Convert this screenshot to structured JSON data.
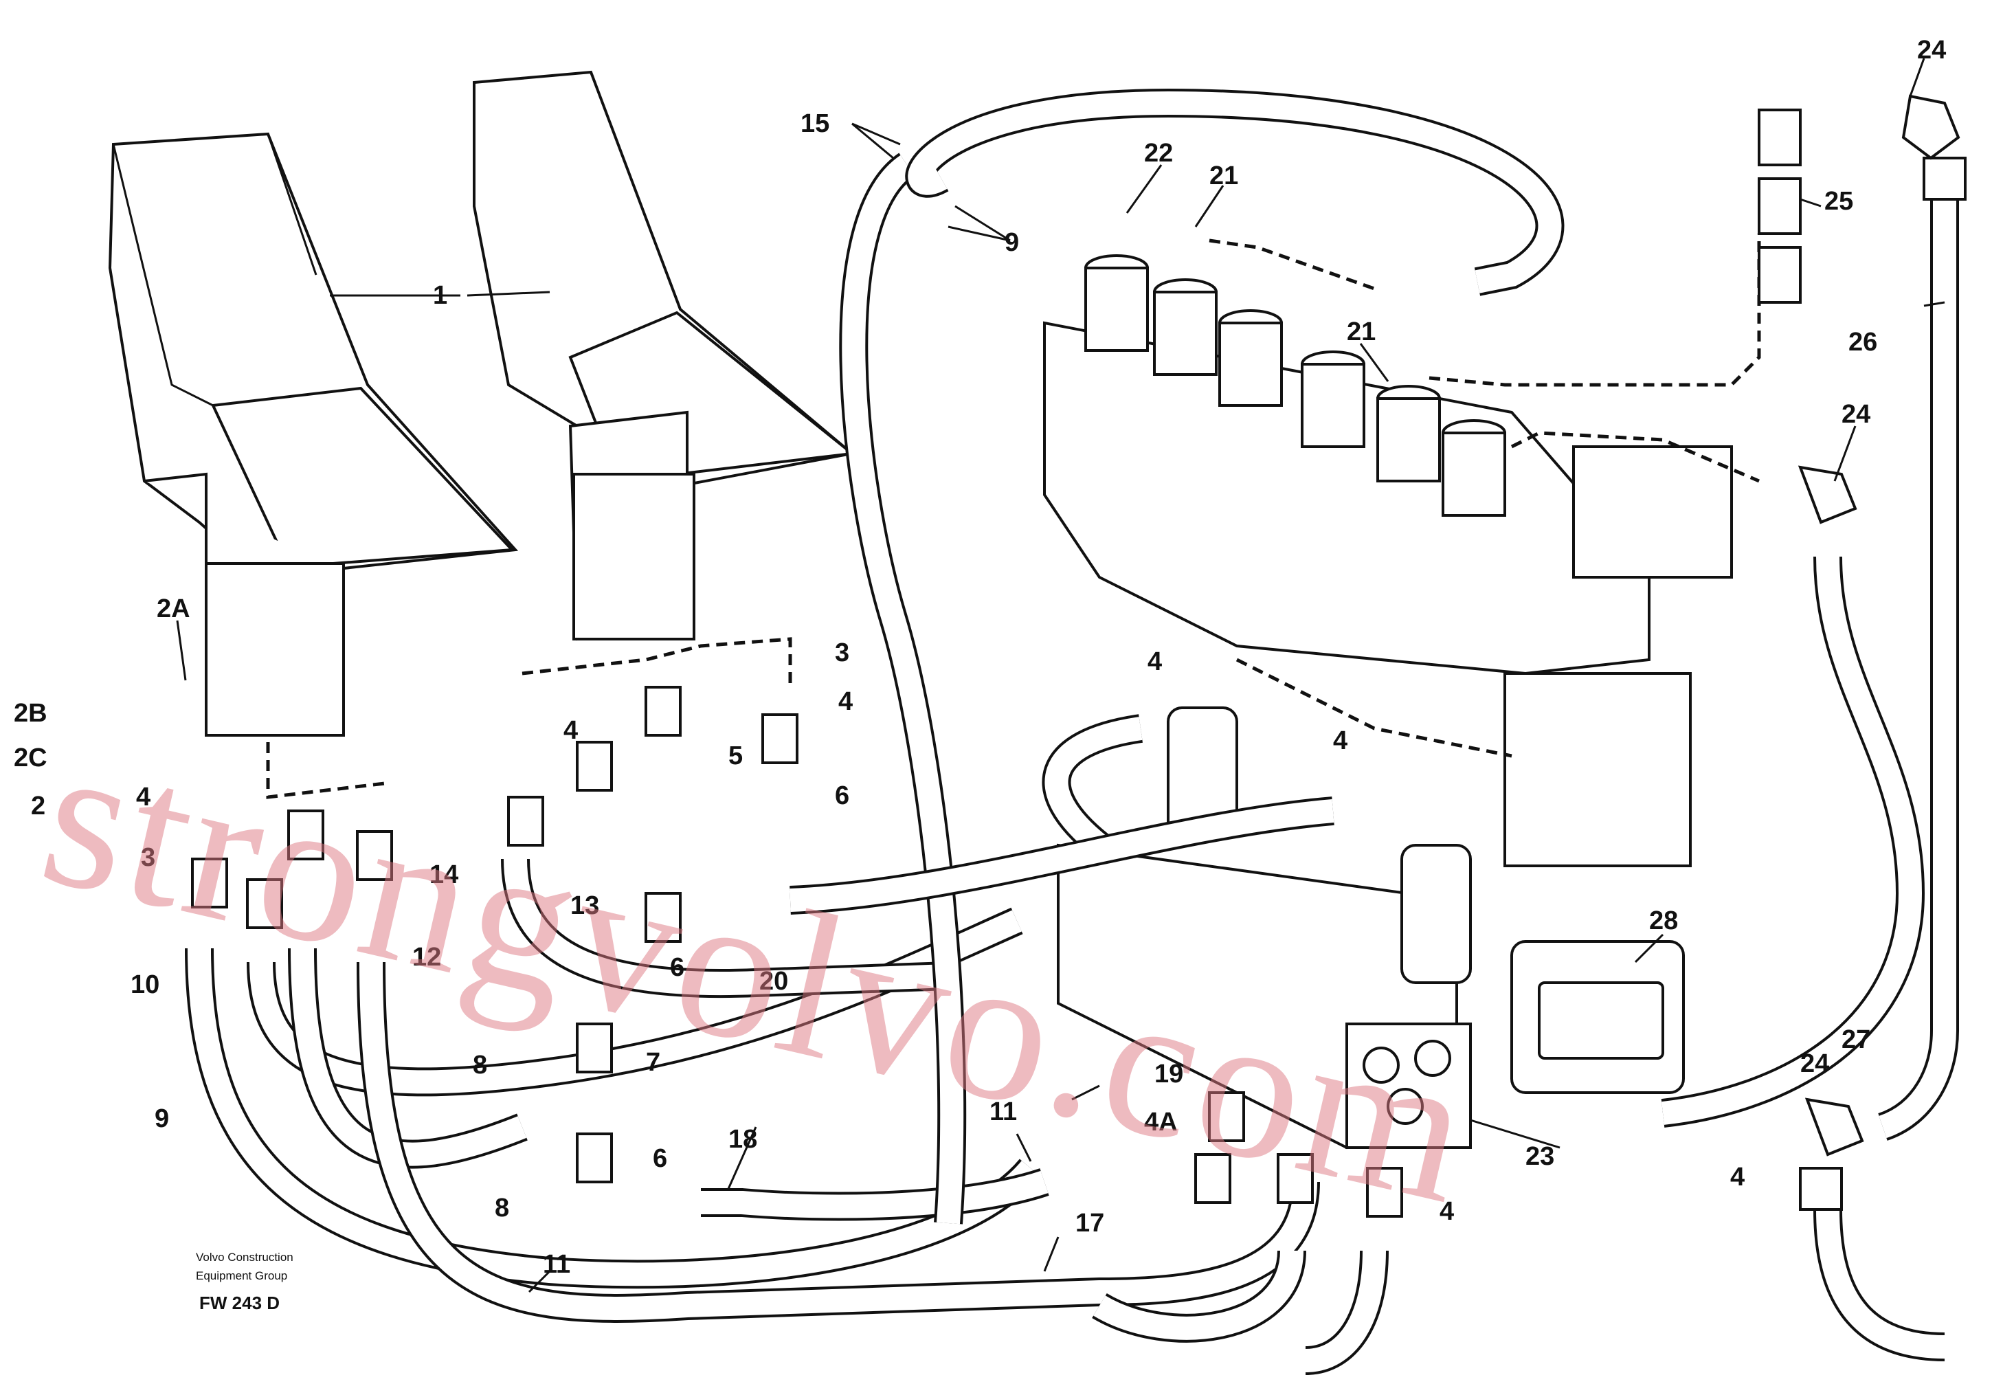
{
  "callouts": [
    {
      "id": "c-1",
      "label": "1"
    },
    {
      "id": "c-2A",
      "label": "2A"
    },
    {
      "id": "c-2B",
      "label": "2B"
    },
    {
      "id": "c-2C",
      "label": "2C"
    },
    {
      "id": "c-2",
      "label": "2"
    },
    {
      "id": "c-3a",
      "label": "3"
    },
    {
      "id": "c-3b",
      "label": "3"
    },
    {
      "id": "c-4a",
      "label": "4"
    },
    {
      "id": "c-4b",
      "label": "4"
    },
    {
      "id": "c-4c",
      "label": "4"
    },
    {
      "id": "c-4d",
      "label": "4"
    },
    {
      "id": "c-4e",
      "label": "4"
    },
    {
      "id": "c-4f",
      "label": "4"
    },
    {
      "id": "c-4g",
      "label": "4"
    },
    {
      "id": "c-4A",
      "label": "4A"
    },
    {
      "id": "c-5",
      "label": "5"
    },
    {
      "id": "c-6a",
      "label": "6"
    },
    {
      "id": "c-6b",
      "label": "6"
    },
    {
      "id": "c-6c",
      "label": "6"
    },
    {
      "id": "c-7",
      "label": "7"
    },
    {
      "id": "c-8a",
      "label": "8"
    },
    {
      "id": "c-8b",
      "label": "8"
    },
    {
      "id": "c-9a",
      "label": "9"
    },
    {
      "id": "c-9b",
      "label": "9"
    },
    {
      "id": "c-10",
      "label": "10"
    },
    {
      "id": "c-11a",
      "label": "11"
    },
    {
      "id": "c-11b",
      "label": "11"
    },
    {
      "id": "c-12",
      "label": "12"
    },
    {
      "id": "c-13",
      "label": "13"
    },
    {
      "id": "c-14",
      "label": "14"
    },
    {
      "id": "c-15",
      "label": "15"
    },
    {
      "id": "c-17",
      "label": "17"
    },
    {
      "id": "c-18",
      "label": "18"
    },
    {
      "id": "c-19",
      "label": "19"
    },
    {
      "id": "c-20",
      "label": "20"
    },
    {
      "id": "c-21a",
      "label": "21"
    },
    {
      "id": "c-21b",
      "label": "21"
    },
    {
      "id": "c-22",
      "label": "22"
    },
    {
      "id": "c-23",
      "label": "23"
    },
    {
      "id": "c-24a",
      "label": "24"
    },
    {
      "id": "c-24b",
      "label": "24"
    },
    {
      "id": "c-24c",
      "label": "24"
    },
    {
      "id": "c-25",
      "label": "25"
    },
    {
      "id": "c-26",
      "label": "26"
    },
    {
      "id": "c-27",
      "label": "27"
    },
    {
      "id": "c-28",
      "label": "28"
    }
  ],
  "footer": {
    "company_line1": "Volvo Construction",
    "company_line2": "Equipment Group",
    "drawing_code": "FW 243 D"
  },
  "watermark": "strongvolvo.com",
  "colors": {
    "line": "#111111",
    "background": "#ffffff",
    "watermark": "#de7882"
  }
}
